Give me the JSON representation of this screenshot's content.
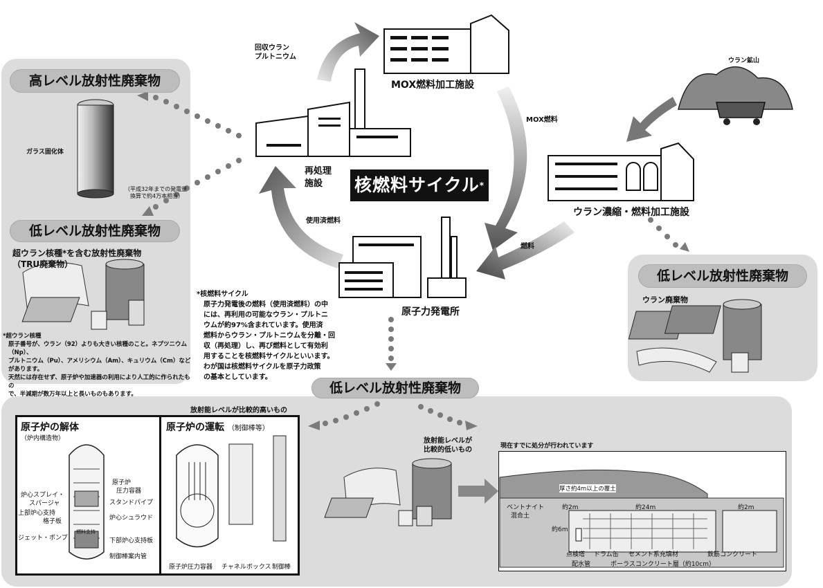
{
  "title": "核燃料サイクル",
  "title_mark": "*",
  "facilities": {
    "mox": "MOX燃料加工施設",
    "reprocessing_line1": "再処理",
    "reprocessing_line2": "施設",
    "enrichment": "ウラン濃縮・燃料加工施設",
    "power_plant": "原子力発電所",
    "mine": "ウラン鉱山"
  },
  "flows": {
    "recovered_line1": "回収ウラン",
    "recovered_line2": "プルトニウム",
    "mox_fuel": "MOX燃料",
    "fuel": "燃料",
    "spent_fuel": "使用済燃料"
  },
  "waste": {
    "high_level": "高レベル放射性廃棄物",
    "vitrified": "ガラス固化体",
    "vitrified_note_line1": "（平成32年までの発電量",
    "vitrified_note_line2": "換算で約4万本相当）",
    "low_level_left": "低レベル放射性廃棄物",
    "tru_line1": "超ウラン核種*を含む放射性廃棄物",
    "tru_line2": "（TRU廃棄物）",
    "low_level_right": "低レベル放射性廃棄物",
    "uranium_waste": "ウラン廃棄物",
    "low_level_bottom": "低レベル放射性廃棄物"
  },
  "notes": {
    "transuranic_title": "*超ウラン核種",
    "transuranic_lines": [
      "原子番号が、ウラン（92）よりも大きい核種のこと。ネプツニウム（Np）、",
      "プルトニウム（Pu）、アメリシウム（Am）、キュリウム（Cm）などがあります。",
      "天然には存在せず、原子炉や加速器の利用により人工的に作られたもの",
      "で、半減期が数万年以上と長いものもあります。"
    ],
    "cycle_title": "*核燃料サイクル",
    "cycle_lines": [
      "原子力発電後の燃料（使用済燃料）の中",
      "には、再利用の可能なウラン・プルトニ",
      "ウムが約97%含まれています。使用済",
      "燃料からウラン・プルトニウムを分離・回",
      "収（再処理）し、再び燃料として有効利",
      "用することを核燃料サイクルといいます。",
      "わが国は核燃料サイクルを原子力政策",
      "の基本としています。"
    ]
  },
  "bottom": {
    "higher_level": "放射能レベルが比較的高いもの",
    "lower_level_line1": "放射能レベルが",
    "lower_level_line2": "比較的低いもの",
    "dismantle_title": "原子炉の解体",
    "dismantle_sub": "（炉内構造物）",
    "operation_title": "原子炉の運転",
    "operation_sub": "（制御棒等）",
    "reactor_parts": {
      "vessel_line1": "原子炉",
      "vessel_line2": "圧力容器",
      "standpipe": "スタンドパイプ",
      "shroud": "炉心シュラウド",
      "lower_support": "下部炉心支持板",
      "guide_tube": "制御棒案内管",
      "spray_line1": "炉心スプレイ・",
      "spray_line2": "スパージャ",
      "upper_support_line1": "上部炉心支持",
      "upper_support_line2": "格子板",
      "jet_pump": "ジェット・ポンプ",
      "fuel_support": "燃料支持",
      "op_vessel": "原子炉圧力容器",
      "channel_box": "チャネルボックス",
      "control_rod": "制御棒"
    },
    "disposal_title": "現在すでに処分が行われています",
    "cover": "厚さ約4m以上の覆土",
    "bentonite_line1": "ベントナイト",
    "bentonite_line2": "混合土",
    "dim_2m_left": "約2m",
    "dim_24m": "約24m",
    "dim_2m_right": "約2m",
    "dim_6m": "約6m",
    "inspection": "点検塔",
    "drum": "ドラム缶",
    "cement": "セメント系充填材",
    "rebar": "鉄筋コンクリート",
    "drain": "配水管",
    "porous": "ポーラスコンクリート層（約10cm）"
  },
  "colors": {
    "panel": "#dcdcdc",
    "pill": "#bdbdbd",
    "title_bg": "#111111",
    "dots": "#7a7a7a"
  }
}
